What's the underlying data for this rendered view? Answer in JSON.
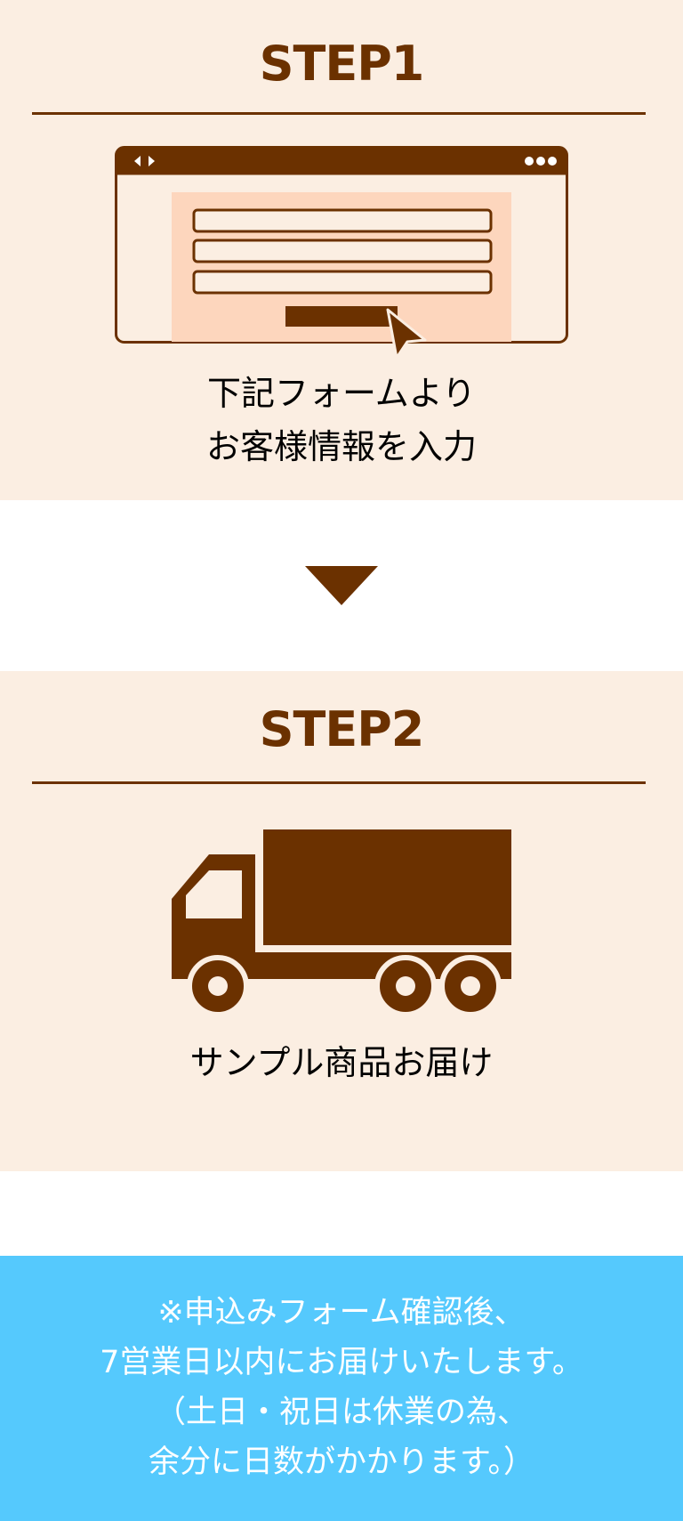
{
  "step1": {
    "title": "STEP1",
    "caption_lines": [
      "下記フォームより",
      "お客様情報を入力"
    ]
  },
  "step2": {
    "title": "STEP2",
    "caption_lines": [
      "サンプル商品お届け"
    ]
  },
  "notice": {
    "lines": [
      "※申込みフォーム確認後、",
      "7営業日以内にお届けいたします。",
      "（土日・祝日は休業の為、",
      "余分に日数がかかります。）"
    ]
  },
  "colors": {
    "brown": "#6b3100",
    "panel_bg": "#fbeee2",
    "form_bg": "#fdd6bd",
    "notice_bg": "#55c9fd"
  },
  "icons": [
    "browser-form-icon",
    "cursor-arrow-icon",
    "down-triangle-icon",
    "truck-icon"
  ]
}
